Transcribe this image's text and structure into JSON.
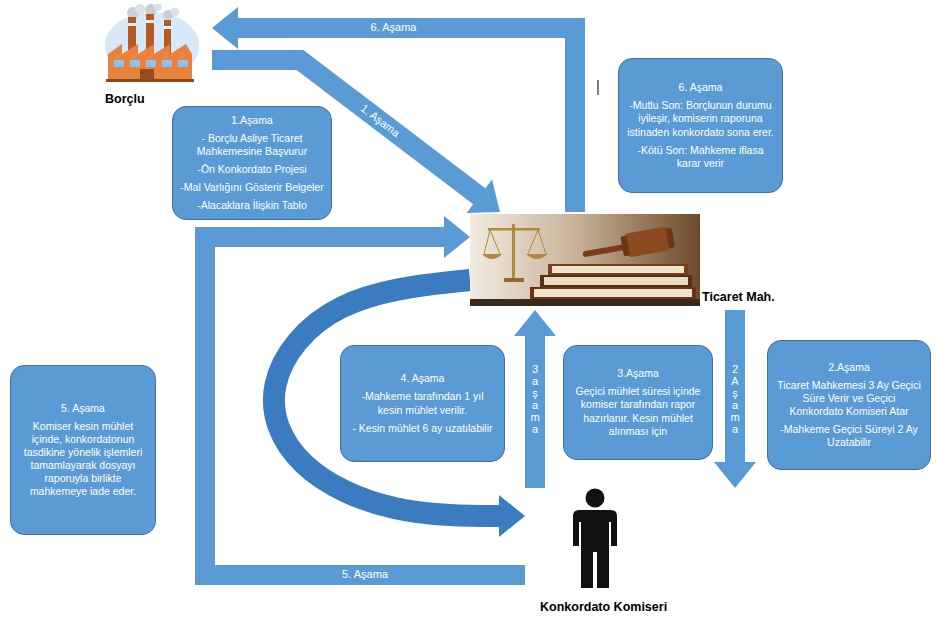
{
  "diagram": {
    "nodes": [
      {
        "text": [
          "Borçlu"
        ]
      },
      {
        "text": [
          "1.Aşama",
          "- Borçlu Asliye Ticaret Mahkemesine Başvurur",
          "-Ön Konkordato Projesi",
          "-Mal Varlığını Gösterir Belgeler",
          "-Alacaklara İlişkin Tablo"
        ]
      },
      {
        "text": [
          "6. Aşama",
          "-Mutlu Son: Borçlunun durumu iyileşir, komiserin raporuna istinaden konkordato sona erer.",
          "-Kötü Son: Mahkeme iflasa karar verir"
        ]
      },
      {
        "text": [
          "Ticaret Mah."
        ]
      },
      {
        "text": [
          "5. Aşama",
          "Komiser kesin mühlet içinde, konkordatonun tasdikine yönelik işlemleri tamamlayarak dosyayı raporuyla birlikte mahkemeye iade eder."
        ]
      },
      {
        "text": [
          "4. Aşama",
          "-Mahkeme tarafından 1 yıl kesin mühlet verilir.",
          "- Kesin mühlet 6 ay uzatılabilir"
        ]
      },
      {
        "text": [
          "3.Aşama",
          "Geçici mühlet süresi içinde komiser tarafından rapor hazırlanır. Kesin mühlet alınması için"
        ]
      },
      {
        "text": [
          "2.Aşama",
          "Ticaret Mahkemesi 3 Ay Geçici Süre Verir ve Geçici Konkordato Komiseri Atar",
          "-Mahkeme Geçici Süreyi 2 Ay Uzatabilir"
        ]
      },
      {
        "text": [
          "Konkordato Komiseri"
        ]
      }
    ],
    "edges": [
      {
        "from": 0,
        "to": 3,
        "label": "1. Aşama",
        "arrow": "to"
      },
      {
        "from": 3,
        "to": 0,
        "label": "6. Aşama",
        "arrow": "to"
      },
      {
        "from": 3,
        "to": 8,
        "label": "2 Aşama",
        "arrow": "to"
      },
      {
        "from": 8,
        "to": 3,
        "label": "3 aşama",
        "arrow": "to"
      },
      {
        "from": 3,
        "to": 8,
        "arrow": "to"
      },
      {
        "from": 8,
        "to": 3,
        "label": "5. Aşama",
        "arrow": "to"
      }
    ]
  }
}
